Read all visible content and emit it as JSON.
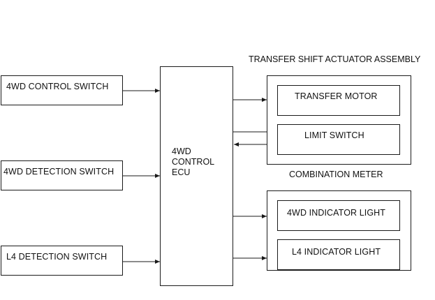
{
  "inputs": [
    {
      "label": "4WD CONTROL SWITCH"
    },
    {
      "label": "4WD DETECTION SWITCH"
    },
    {
      "label": "L4 DETECTION SWITCH"
    }
  ],
  "ecu": {
    "line1": "4WD",
    "line2": "CONTROL",
    "line3": "ECU"
  },
  "groups": [
    {
      "title": "TRANSFER SHIFT ACTUATOR ASSEMBLY",
      "items": [
        {
          "label": "TRANSFER MOTOR"
        },
        {
          "label": "LIMIT SWITCH"
        }
      ]
    },
    {
      "title": "COMBINATION METER",
      "items": [
        {
          "label": "4WD INDICATOR LIGHT"
        },
        {
          "label": "L4 INDICATOR LIGHT"
        }
      ]
    }
  ]
}
